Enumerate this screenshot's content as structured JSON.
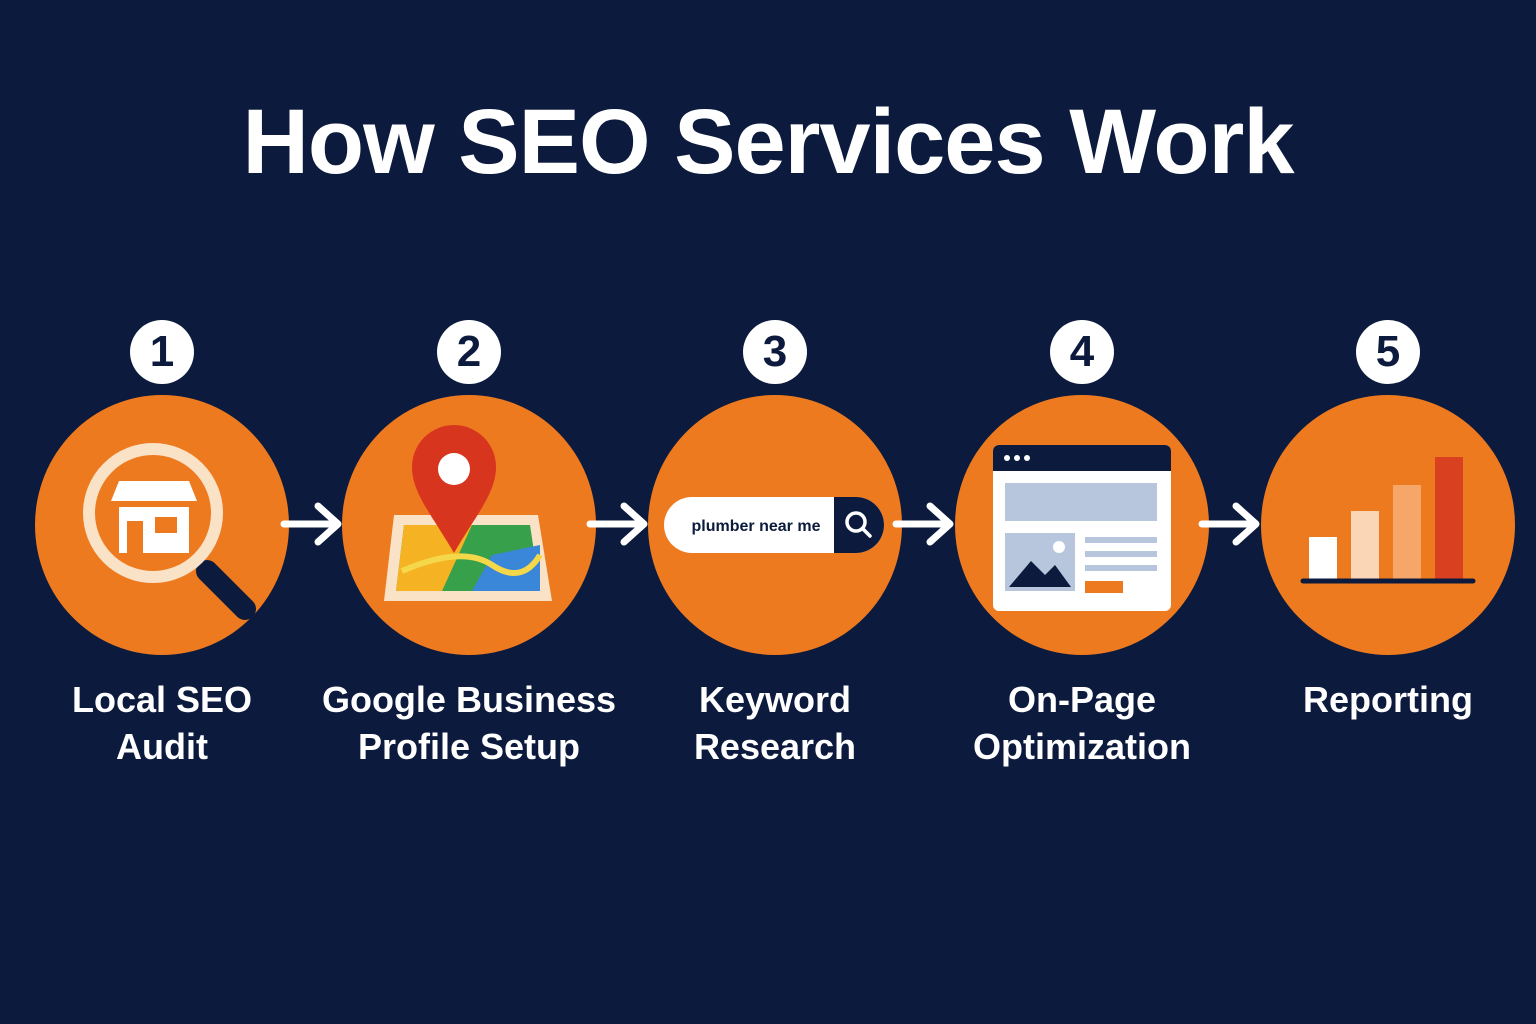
{
  "title": "How SEO Services Work",
  "colors": {
    "background": "#0c1b3d",
    "accent": "#ee7a1f",
    "text": "#ffffff"
  },
  "steps": [
    {
      "number": "1",
      "label_lines": [
        "Local SEO",
        "Audit"
      ],
      "icon": "store-magnifier-icon"
    },
    {
      "number": "2",
      "label_lines": [
        "Google Business",
        "Profile Setup"
      ],
      "icon": "map-pin-icon"
    },
    {
      "number": "3",
      "label_lines": [
        "Keyword",
        "Research"
      ],
      "icon": "search-bar-icon",
      "search_text": "plumber near me"
    },
    {
      "number": "4",
      "label_lines": [
        "On-Page",
        "Optimization"
      ],
      "icon": "webpage-icon"
    },
    {
      "number": "5",
      "label_lines": [
        "Reporting"
      ],
      "icon": "bar-chart-icon"
    }
  ]
}
